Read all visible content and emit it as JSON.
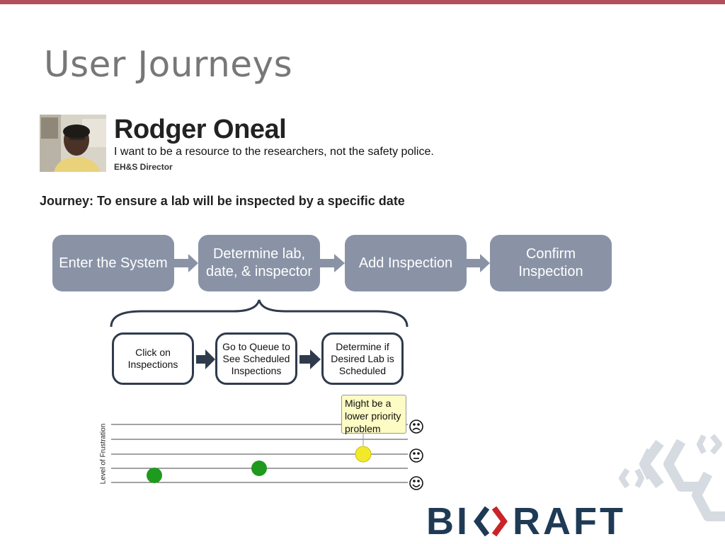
{
  "slide": {
    "title": "User Journeys"
  },
  "persona": {
    "name": "Rodger Oneal",
    "quote": "I want to be a resource to the researchers, not the safety police.",
    "role": "EH&S Director"
  },
  "journey": {
    "title": "Journey: To ensure a lab will be inspected by a specific date",
    "stages": [
      {
        "label": "Enter the System"
      },
      {
        "label": "Determine lab,\ndate, & inspector"
      },
      {
        "label": "Add Inspection"
      },
      {
        "label": "Confirm\nInspection"
      }
    ],
    "sub_steps": [
      {
        "label": "Click on\nInspections"
      },
      {
        "label": "Go to Queue to\nSee Scheduled\nInspections"
      },
      {
        "label": "Determine if\nDesired Lab is\nScheduled"
      }
    ]
  },
  "frustration": {
    "axis_label": "Level of Frustration",
    "callout": "Might be a\nlower priority\nproblem",
    "levels": [
      "sad",
      "neutral",
      "happy"
    ],
    "points": [
      {
        "step": 1,
        "level": 1,
        "color": "#1e9a1e"
      },
      {
        "step": 2,
        "level": 2,
        "color": "#1e9a1e"
      },
      {
        "step": 3,
        "level": 3,
        "color": "#f2e92a"
      }
    ]
  },
  "logo": {
    "text_left": "BI",
    "text_right": "RAFT"
  },
  "colors": {
    "top_bar": "#b0505a",
    "stage_fill": "#8a93a6",
    "arrow_fill": "#8a93a6",
    "sub_step_border": "#2f3b4c",
    "logo_text": "#1e3a55",
    "logo_accent": "#c8242a"
  }
}
